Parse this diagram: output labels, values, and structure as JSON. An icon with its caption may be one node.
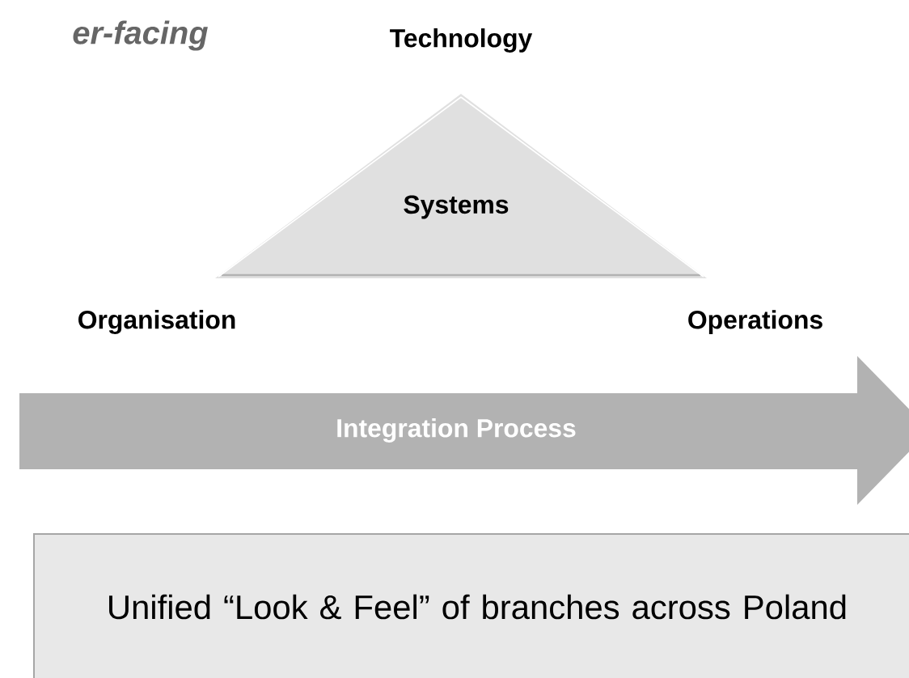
{
  "diagram": {
    "nodes": [
      {
        "text": [
          "Systems"
        ]
      },
      {
        "text": [
          "Integration Process"
        ]
      },
      {
        "text": [
          "Unified “Look & Feel” of branches across Poland"
        ]
      }
    ],
    "labels": [
      "er-facing",
      "Technology",
      "Organisation",
      "Operations"
    ]
  }
}
